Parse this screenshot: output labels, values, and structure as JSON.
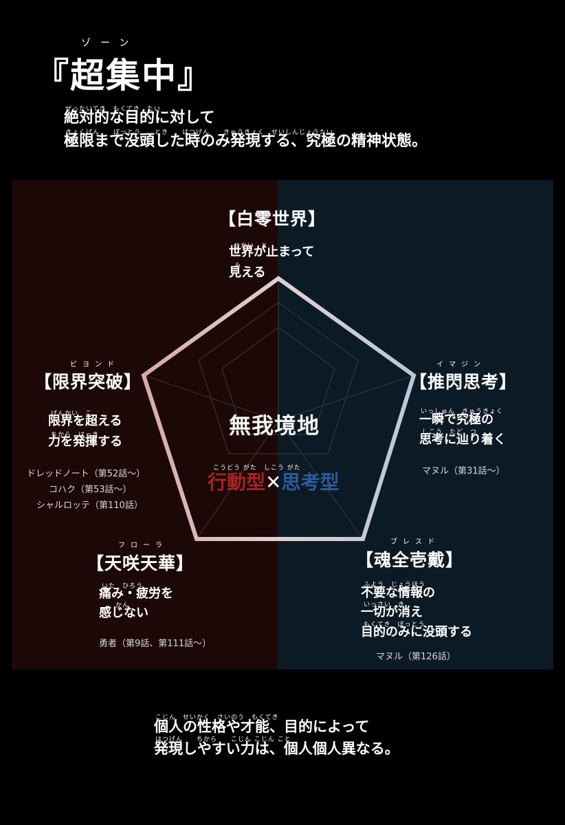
{
  "header": {
    "title_ruby": "ゾーン",
    "title": "『超集中』",
    "intro_ruby_1": "ぜったいてき　もくてき　たい",
    "intro_line_1": "絶対的な目的に対して",
    "intro_ruby_2": "きょくげん　　ぼっとう　　とき　　はつげん　　きゅうきょく　せいしんじょうたい",
    "intro_line_2": "極限まで没頭した時のみ発現する、究極の精神状態。"
  },
  "diagram": {
    "center_title": "無我境地",
    "center_ruby": "こうどう がた　しこう がた",
    "sub_left": "行動型",
    "sub_cross": "✕",
    "sub_right": "思考型",
    "nodes": [
      {
        "id": "top",
        "heading": "【白零世界】",
        "ruby": "せかい　と",
        "desc_1": "世界が止まって",
        "desc_ruby_2": "み",
        "desc_2": "見える"
      },
      {
        "id": "left",
        "ruby_head": "ビヨンド",
        "heading": "【限界突破】",
        "ruby": "げんかい　こ",
        "desc_1": "限界を超える",
        "desc_ruby_2": "ちから　はっき",
        "desc_2": "力を発揮する",
        "notes": [
          "ドレッドノート（第52話～）",
          "コハク（第53話～）",
          "シャルロッテ（第110話）"
        ]
      },
      {
        "id": "right",
        "ruby_head": "イマジン",
        "heading": "【推閃思考】",
        "ruby": "いっしゅん　きゅうきょく",
        "desc_1": "一瞬で究極の",
        "desc_ruby_2": "しこう　たど　つ",
        "desc_2": "思考に辿り着く",
        "notes": [
          "マヌル（第31話～）"
        ]
      },
      {
        "id": "bottom-left",
        "ruby_head": "フローラ",
        "heading": "【天咲天華】",
        "ruby": "いた　ひろう",
        "desc_1": "痛み・疲労を",
        "desc_ruby_2": "かん",
        "desc_2": "感じない",
        "notes": [
          "勇者（第9話、第111話～）"
        ]
      },
      {
        "id": "bottom-right",
        "ruby_head": "ブレスド",
        "heading": "【魂全壱戴】",
        "ruby": "ふよう　じょうほう",
        "desc_1": "不要な情報の",
        "desc_ruby_2": "いっさい　き",
        "desc_2": "一切が消え",
        "desc_ruby_3": "もくてき　ぼっとう",
        "desc_3": "目的のみに没頭する",
        "notes": [
          "マヌル（第126話）"
        ]
      }
    ]
  },
  "footer": {
    "ruby_1": "こじん　せいかく　さいのう　もくてき",
    "line_1": "個人の性格や才能、目的によって",
    "ruby_2": "はつげん　　ちから　　こじん こじん こと",
    "line_2": "発現しやすい力は、個人個人異なる。"
  },
  "colors": {
    "left_panel": "#1d0808",
    "right_panel": "#0c1a26",
    "accent_red": "#a52424",
    "accent_blue": "#2d5b9a"
  }
}
